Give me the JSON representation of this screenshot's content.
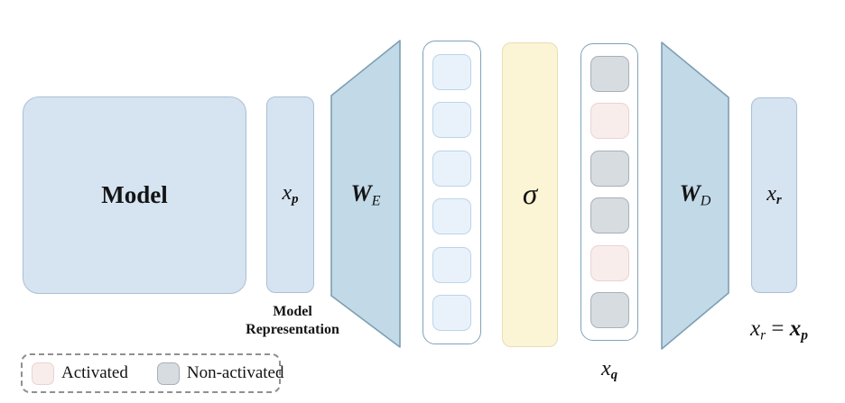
{
  "colors": {
    "text": "#141414",
    "block_fill": "#d6e3f0",
    "block_border": "#aac0d6",
    "trap_fill": "#c2d9e8",
    "trap_border": "#7d9fb2",
    "container_border": "#7fa3b8",
    "cell_pre_fill": "#e9f2fb",
    "cell_pre_border": "#bcd4ea",
    "cell_activated_fill": "#f9edeb",
    "cell_activated_border": "#e8d4d2",
    "cell_nonactivated_fill": "#d7dce0",
    "cell_nonactivated_border": "#a8b0b7",
    "sigma_fill": "#fbf4d5",
    "sigma_border": "#e7deb6",
    "legend_border": "#909090"
  },
  "labels": {
    "model": "Model",
    "xp_base": "x",
    "xp_sub": "p",
    "we_base": "W",
    "we_sub": "E",
    "sigma": "σ",
    "xq_base": "x",
    "xq_sub": "q",
    "wd_base": "W",
    "wd_sub": "D",
    "xr_base": "x",
    "xr_sub": "r",
    "model_representation_line1": "Model",
    "model_representation_line2": "Representation",
    "eq_lhs_base": "x",
    "eq_lhs_sub": "r",
    "eq_sign": " = ",
    "eq_rhs_base": "x",
    "eq_rhs_sub": "p"
  },
  "pre_activation_cells": [
    "pre-activation",
    "pre-activation",
    "pre-activation",
    "pre-activation",
    "pre-activation",
    "pre-activation"
  ],
  "latent_cells": [
    "non-activated",
    "activated",
    "non-activated",
    "non-activated",
    "activated",
    "non-activated"
  ],
  "legend": {
    "items": [
      {
        "type": "activated",
        "label": "Activated"
      },
      {
        "type": "non-activated",
        "label": "Non-activated"
      }
    ]
  }
}
